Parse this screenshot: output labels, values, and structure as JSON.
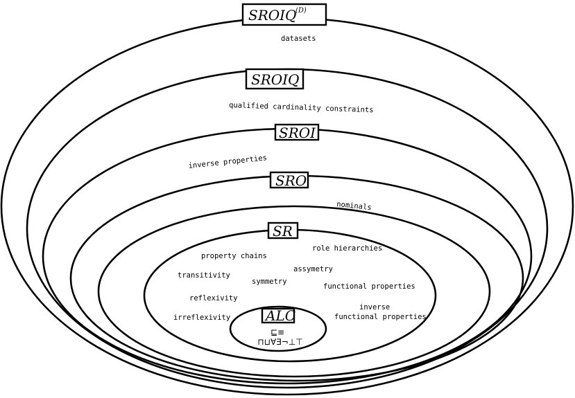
{
  "levels": {
    "sroiqd": {
      "name": "SROIQ",
      "sup": "(D)"
    },
    "sroiq": {
      "name": "SROIQ"
    },
    "sroi": {
      "name": "SROI"
    },
    "sro": {
      "name": "SRO"
    },
    "sr": {
      "name": "SR"
    },
    "alc": {
      "name": "ALC"
    }
  },
  "features": {
    "datasets": "datasets",
    "qualified_cardinality": "qualified cardinality constraints",
    "inverse_properties": "inverse properties",
    "nominals": "nominals",
    "property_chains": "property chains",
    "role_hierarchies": "role hierarchies",
    "assymetry": "assymetry",
    "transitivity": "transitivity",
    "symmetry": "symmetry",
    "functional_properties": "functional properties",
    "reflexivity": "reflexivity",
    "inverse_functional_line1": "inverse",
    "inverse_functional_line2": "functional properties",
    "irreflexivity": "irreflexivity"
  },
  "alc_operators": {
    "line1": "⊑≡",
    "line2": "⊓⊔∀∃¬⊥⊤"
  }
}
